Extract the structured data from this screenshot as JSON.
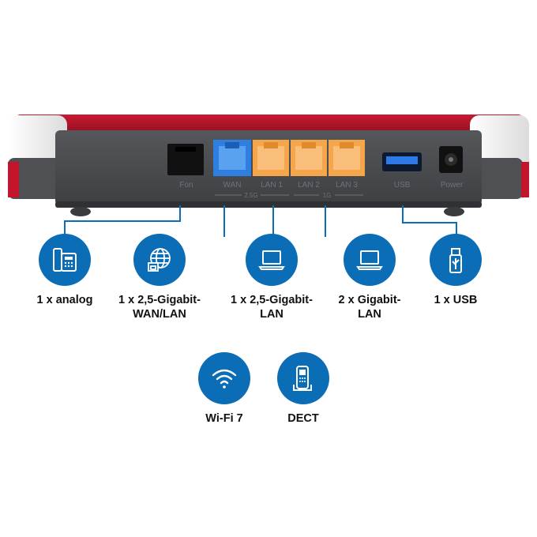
{
  "device": {
    "ports": {
      "fon": "Fon",
      "wan": "WAN",
      "lan1": "LAN 1",
      "lan2": "LAN 2",
      "lan3": "LAN 3",
      "usb": "USB",
      "power": "Power"
    },
    "speed_marks": {
      "fast": "2.5G",
      "gigabit": "1G"
    }
  },
  "features": [
    {
      "icon": "phone-icon",
      "lines": [
        "1 x analog"
      ]
    },
    {
      "icon": "globe-network-icon",
      "lines": [
        "1 x 2,5-Gigabit-",
        "WAN/LAN"
      ]
    },
    {
      "icon": "laptop-icon",
      "lines": [
        "1 x 2,5-Gigabit-",
        "LAN"
      ]
    },
    {
      "icon": "laptop-icon",
      "lines": [
        "2 x Gigabit-",
        "LAN"
      ]
    },
    {
      "icon": "usb-stick-icon",
      "lines": [
        "1 x USB"
      ]
    },
    {
      "icon": "wifi-icon",
      "lines": [
        "Wi-Fi 7"
      ]
    },
    {
      "icon": "dect-handset-icon",
      "lines": [
        "DECT"
      ]
    }
  ],
  "colors": {
    "accent_blue": "#0b6db6",
    "housing_red": "#b0102a",
    "housing_dark": "#4b4d51",
    "lan_orange": "#f6a54a",
    "wan_blue": "#2f7fe0"
  }
}
